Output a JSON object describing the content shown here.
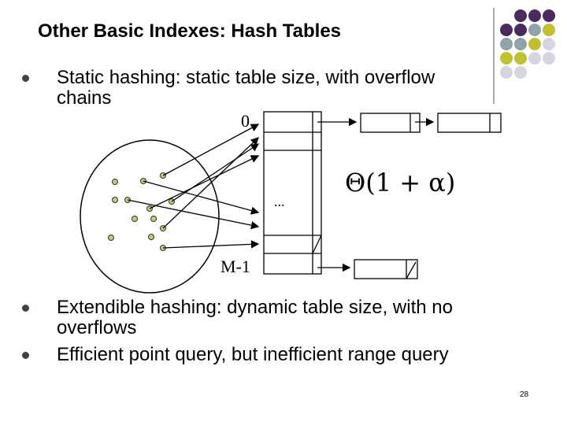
{
  "slide": {
    "title": "Other Basic Indexes: Hash Tables",
    "bullets": [
      "Static hashing: static table size, with overflow chains",
      "Extendible hashing: dynamic table size, with no overflows",
      "Efficient point query, but inefficient range query"
    ],
    "page_number": "28"
  },
  "diagram": {
    "bucket_first_label": "0",
    "bucket_last_label": "M-1",
    "ellipsis": "...",
    "cost_formula": "Θ(1 + α)"
  },
  "colors": {
    "purple": "#4b2a5e",
    "slate": "#8fa3a8",
    "olive": "#c0c030",
    "lavender": "#d6d6e0",
    "key_fill": "#c8c878"
  }
}
